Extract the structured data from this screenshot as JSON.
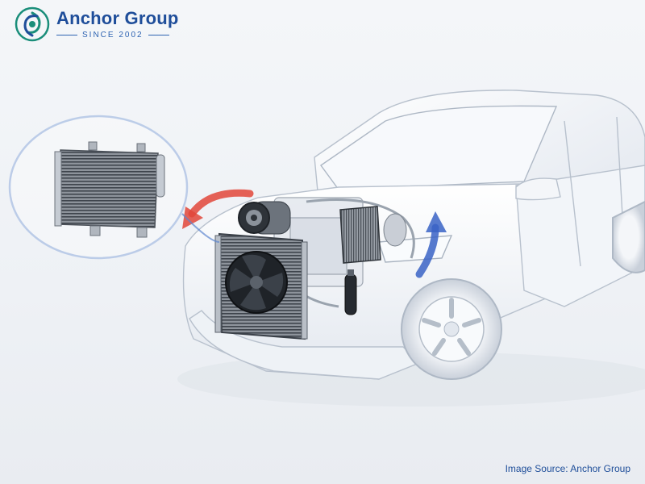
{
  "logo": {
    "name": "Anchor Group",
    "tagline": "SINCE 2002"
  },
  "caption": {
    "source": "Image Source: Anchor Group"
  },
  "colors": {
    "brand_blue": "#1f4e9a",
    "logo_green": "#1a8e7a",
    "hot_arrow": "#e2463a",
    "cold_arrow": "#3a63c6",
    "callout_ring": "#5d86cf"
  }
}
